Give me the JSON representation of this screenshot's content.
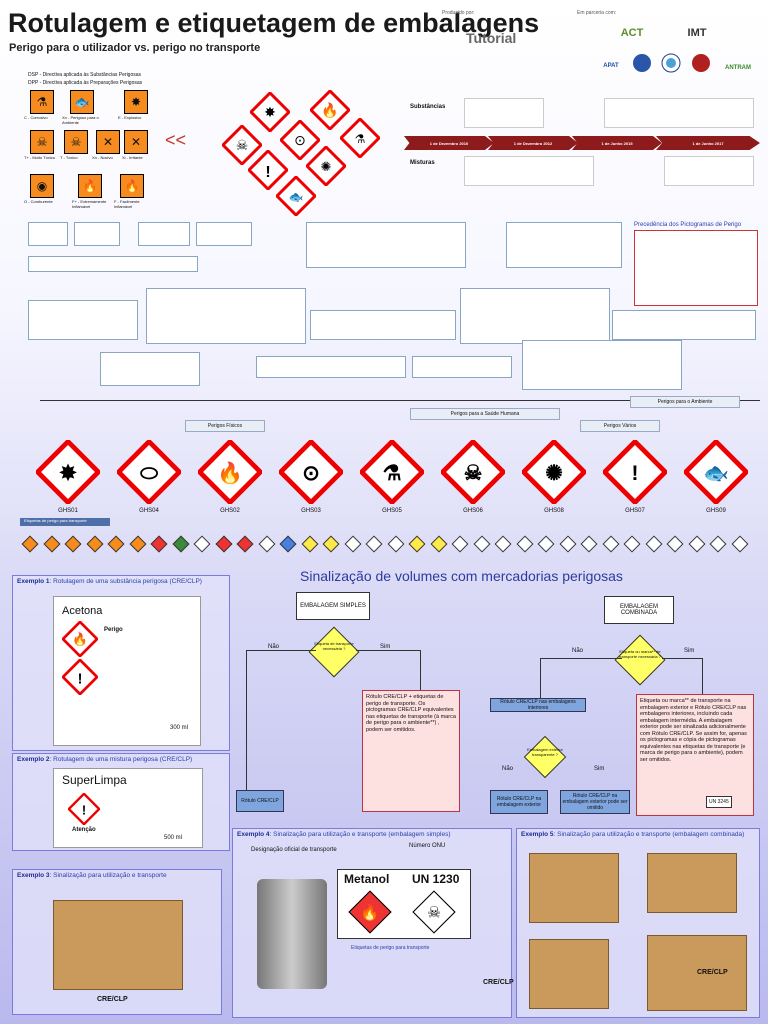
{
  "header": {
    "title": "Rotulagem e etiquetagem de embalagens",
    "subtitle": "Perigo para o utilizador vs. perigo no transporte",
    "produced_by": "Produzido por:",
    "brand": "Tutorial",
    "partners_label": "Em parceria com:",
    "logos": [
      "ACT",
      "IMT",
      "APAT",
      "ANTRAM"
    ]
  },
  "legend": {
    "dsp": "DSP - Directiva aplicada às Substâncias Perigosas",
    "dpp": "DPP - Directiva aplicada às Preparações Perigosas",
    "symbols": [
      {
        "code": "C",
        "label": "C - Corrosivo"
      },
      {
        "code": "Xn",
        "label": "Xn - Perigoso para o Ambiente"
      },
      {
        "code": "E",
        "label": "E - Explosivo"
      },
      {
        "code": "T+",
        "label": "T+ - Muito Tóxico"
      },
      {
        "code": "T",
        "label": "T - Tóxico"
      },
      {
        "code": "Xn2",
        "label": "Xn - Nocivo"
      },
      {
        "code": "Xi",
        "label": "Xi - Irritante"
      },
      {
        "code": "O",
        "label": "O - Comburente"
      },
      {
        "code": "F+",
        "label": "F+ - Extremamente Inflamável"
      },
      {
        "code": "F",
        "label": "F - Facilmente Inflamável"
      }
    ]
  },
  "timeline": {
    "substances": "Substâncias",
    "mixtures": "Misturas",
    "dates": [
      "1 de Dezembro 2010",
      "1 de Dezembro 2012",
      "1 de Junho 2015",
      "1 de Junho 2017"
    ]
  },
  "branches": {
    "physical": "Perigos Físicos",
    "health": "Perigos para a Saúde Humana",
    "environment": "Perigos para o Ambiente",
    "various": "Perigos Vários"
  },
  "ghs": [
    "GHS01",
    "GHS04",
    "GHS02",
    "GHS03",
    "GHS05",
    "GHS06",
    "GHS08",
    "GHS07",
    "GHS09"
  ],
  "precedence_title": "Precedência dos Pictogramas de Perigo",
  "transport_labels_caption": "Etiquetas de perigo para transporte",
  "signal_title": "Sinalização de volumes com mercadorias perigosas",
  "flow": {
    "simple": "EMBALAGEM SIMPLES",
    "combined": "EMBALAGEM COMBINADA",
    "no": "Não",
    "yes": "Sim",
    "no2": "Não",
    "yes2": "Sim",
    "no3": "Não",
    "yes3": "Sim",
    "decision1": "Etiqueta de transporte necessária ?",
    "decision2": "Etiqueta ou marca** de transporte necessária ?",
    "decision3": "Embalagem exterior transparente ?",
    "rotulo_clp": "Rótulo CRE/CLP",
    "rotulo_interior": "Rótulo CRE/CLP nas embalagens interiores",
    "rotulo_exterior": "Rótulo CRE/CLP na embalagem exterior",
    "rotulo_omit": "Rótulo CRE/CLP na embalagem exterior pode ser omitido",
    "pink_left": "Rótulo CRE/CLP + etiquetas de perigo de transporte. Os pictogramas CRE/CLP equivalentes nas etiquetas de transporte (à marca de perigo para o ambiente**) , podem ser omitidos.",
    "pink_right": "Etiqueta ou marca** de transporte na embalagem exterior e Rótulo CRE/CLP nas embalagens interiores, incluindo cada embalagem intermédia. A embalagem exterior pode ser sinalizada adicionalmente com Rótulo CRE/CLP. Se assim for, apenas os pictogramas e cópia de pictogramas equivalentes nas etiquetas de transporte (e marca de perigo para o ambiente), podem ser omitidos.",
    "un_marking": "UN 3245"
  },
  "examples": {
    "ex1": "Exemplo 1",
    "ex1_text": ": Rotulagem de uma substância perigosa (CRE/CLP)",
    "ex2": "Exemplo 2",
    "ex2_text": ": Rotulagem de uma mistura perigosa (CRE/CLP)",
    "ex3": "Exemplo 3",
    "ex3_text": ": Sinalização para utilização e transporte",
    "ex4": "Exemplo 4",
    "ex4_text": ": Sinalização para utilização e transporte (embalagem simples)",
    "ex5": "Exemplo 5",
    "ex5_text": ": Sinalização para utilização e transporte (embalagem combinada)",
    "acetona": "Acetona",
    "superlimpa": "SuperLimpa",
    "perigo": "Perigo",
    "atencao": "Atenção",
    "designation": "Designação oficial de transporte",
    "un_number": "Número ONU",
    "metanol": "Metanol",
    "un1230": "UN 1230",
    "transport_labels": "Etiquetas de perigo para transporte",
    "crelp": "CRE/CLP",
    "vol": "500 ml",
    "vol2": "300 ml"
  }
}
